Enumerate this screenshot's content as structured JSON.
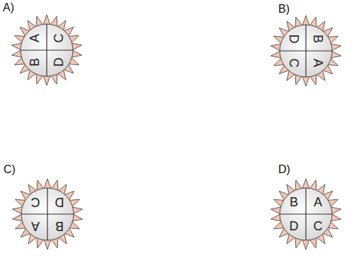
{
  "diagram": {
    "nodes": [
      {
        "text": [
          "A",
          "C",
          "B",
          "D"
        ]
      },
      {
        "text": [
          "D",
          "B",
          "C",
          "A"
        ]
      },
      {
        "text": [
          "C",
          "D",
          "A",
          "B"
        ]
      },
      {
        "text": [
          "B",
          "A",
          "D",
          "C"
        ]
      }
    ],
    "labels": [
      "A)",
      "B)",
      "C)",
      "D)"
    ]
  }
}
